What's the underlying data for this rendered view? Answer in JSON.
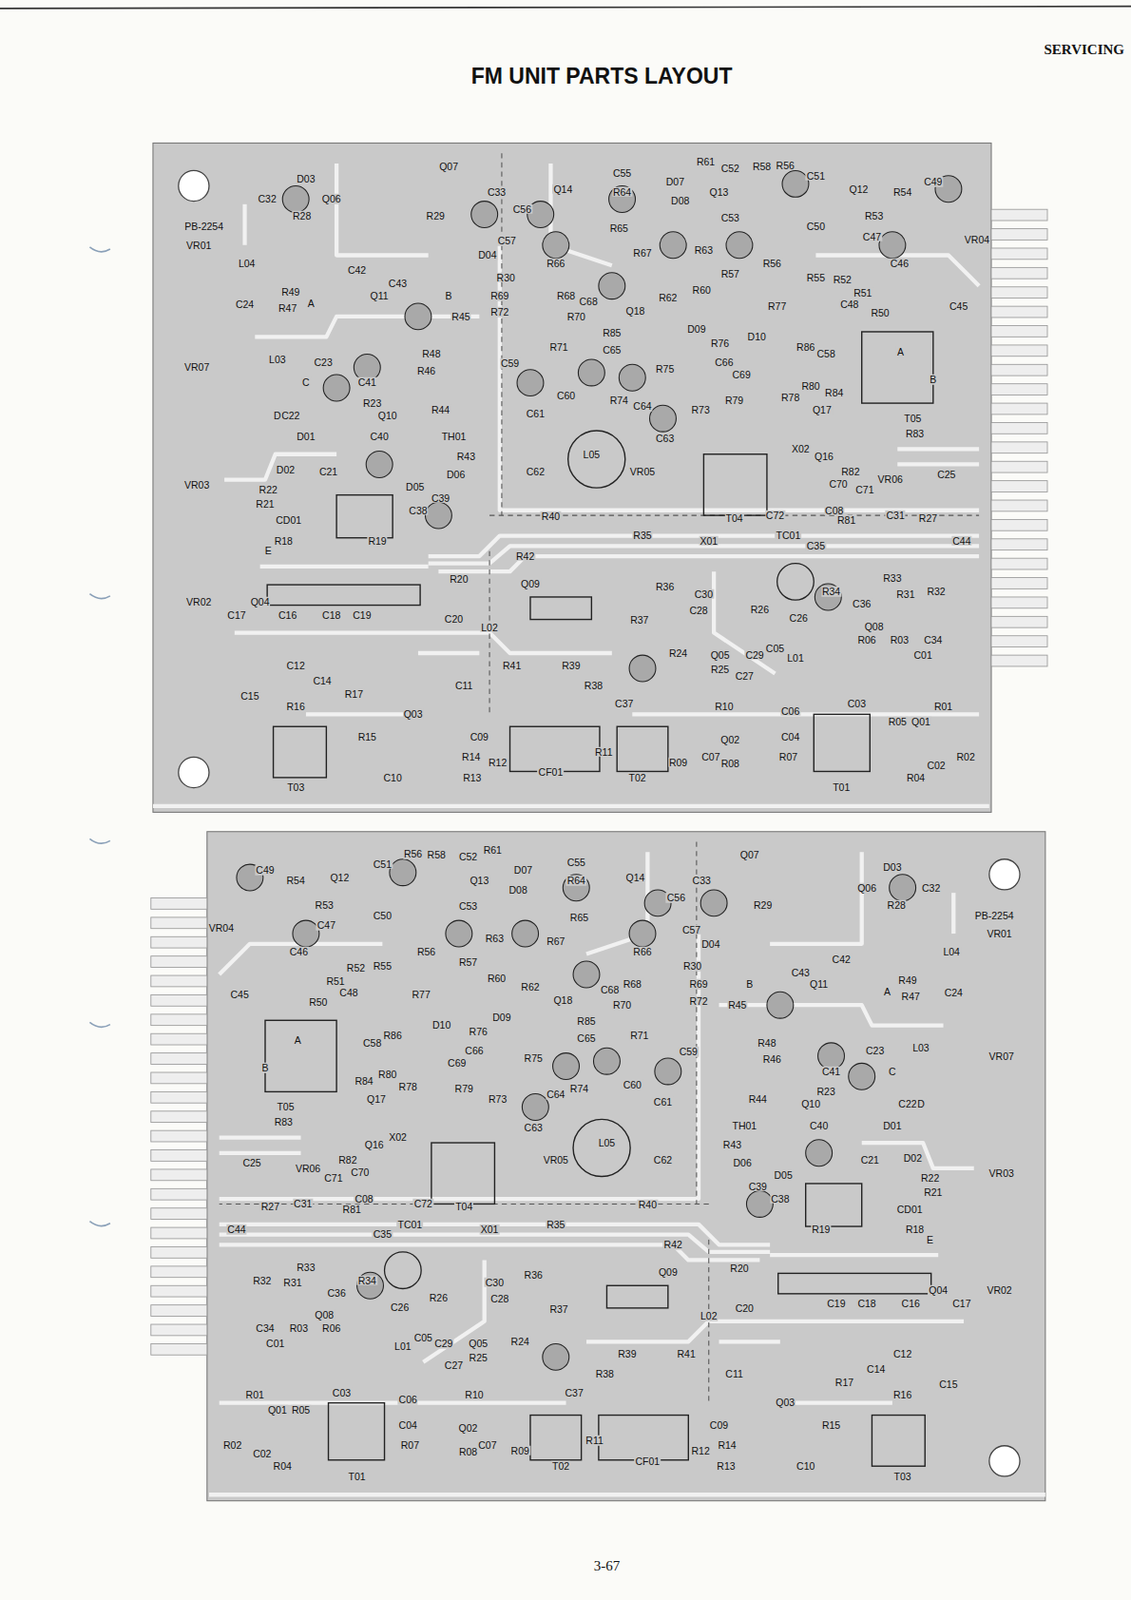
{
  "diagram": {
    "title": "FM UNIT PARTS LAYOUT",
    "labels": [
      "SERVICING",
      "3-67",
      "PB-2254",
      "C32",
      "D03",
      "R28",
      "Q06",
      "Q07",
      "R29",
      "C33",
      "C56",
      "Q14",
      "C55",
      "R64",
      "R61",
      "D07",
      "D08",
      "C52",
      "R58",
      "R56",
      "C51",
      "Q13",
      "C53",
      "R65",
      "R67",
      "R63",
      "R57",
      "R56",
      "C50",
      "Q12",
      "R53",
      "R54",
      "C49",
      "C47",
      "C46",
      "VR04",
      "D04",
      "C57",
      "R30",
      "R66",
      "R68",
      "C68",
      "Q18",
      "R62",
      "R60",
      "R77",
      "R55",
      "R52",
      "R51",
      "R50",
      "C48",
      "C45",
      "D09",
      "R76",
      "D10",
      "R86",
      "C58",
      "R69",
      "R72",
      "R70",
      "R71",
      "R85",
      "C65",
      "C59",
      "C60",
      "R74",
      "C64",
      "R75",
      "C66",
      "C69",
      "R73",
      "R79",
      "R78",
      "R80",
      "R84",
      "Q17",
      "T05",
      "R83",
      "C61",
      "L05",
      "C62",
      "VR05",
      "C63",
      "T04",
      "X02",
      "Q16",
      "R82",
      "C70",
      "C71",
      "VR06",
      "C25",
      "C08",
      "C72",
      "R81",
      "C31",
      "R27",
      "C44",
      "VR01",
      "L04",
      "C42",
      "C24",
      "R49",
      "R47",
      "Q11",
      "C43",
      "R45",
      "R48",
      "R46",
      "C23",
      "C41",
      "R23",
      "Q10",
      "R44",
      "VR07",
      "L03",
      "C22",
      "D01",
      "C40",
      "TH01",
      "R43",
      "C21",
      "D02",
      "VR03",
      "R22",
      "R21",
      "CD01",
      "D05",
      "C39",
      "D06",
      "C38",
      "R18",
      "R19",
      "R40",
      "R35",
      "R42",
      "X01",
      "TC01",
      "C35",
      "R34",
      "R33",
      "R31",
      "R32",
      "R20",
      "Q04",
      "VR02",
      "C17",
      "C16",
      "C18",
      "C19",
      "C20",
      "L02",
      "Q09",
      "R36",
      "R37",
      "C30",
      "C28",
      "R26",
      "C26",
      "C36",
      "Q08",
      "R06",
      "R03",
      "C34",
      "C01",
      "C05",
      "Q05",
      "R24",
      "R25",
      "C29",
      "L01",
      "C27",
      "C15",
      "C12",
      "C14",
      "R16",
      "R17",
      "Q03",
      "C11",
      "R41",
      "R39",
      "R38",
      "C37",
      "C09",
      "R15",
      "R14",
      "R13",
      "R12",
      "C10",
      "CF01",
      "R11",
      "T02",
      "R09",
      "R10",
      "C07",
      "Q02",
      "R08",
      "R07",
      "C04",
      "C06",
      "C03",
      "T01",
      "R05",
      "Q01",
      "R01",
      "R02",
      "C02",
      "R04",
      "T03",
      "A",
      "B",
      "C",
      "D",
      "E",
      "A",
      "B",
      "PB-2254",
      "C32",
      "D03",
      "R28",
      "Q06",
      "Q07",
      "R29",
      "C33",
      "C56",
      "Q14",
      "C55",
      "R64",
      "R61",
      "D07",
      "D08",
      "C52",
      "R58",
      "R56",
      "C51",
      "Q13",
      "C53",
      "R65",
      "R67",
      "R63",
      "R57",
      "R56",
      "C50",
      "Q12",
      "R53",
      "R54",
      "C49",
      "C47",
      "C46",
      "VR04",
      "D04",
      "C57",
      "R30",
      "R66",
      "R68",
      "C68",
      "Q18",
      "R62",
      "R60",
      "R77",
      "R55",
      "R52",
      "R51",
      "R50",
      "C48",
      "C45",
      "D09",
      "R76",
      "D10",
      "R86",
      "C58",
      "R69",
      "R72",
      "R70",
      "R71",
      "R85",
      "C65",
      "C59",
      "C60",
      "R74",
      "C64",
      "R75",
      "C66",
      "C69",
      "R73",
      "R79",
      "R78",
      "R80",
      "R84",
      "Q17",
      "T05",
      "R83",
      "C61",
      "L05",
      "C62",
      "VR05",
      "C63",
      "T04",
      "X02",
      "Q16",
      "R82",
      "C70",
      "C71",
      "VR06",
      "C25",
      "C08",
      "C72",
      "R81",
      "C31",
      "R27",
      "C44",
      "VR01",
      "L04",
      "C42",
      "C24",
      "R49",
      "R47",
      "Q11",
      "C43",
      "R45",
      "R48",
      "R46",
      "C23",
      "C41",
      "R23",
      "Q10",
      "R44",
      "VR07",
      "L03",
      "C22",
      "D01",
      "C40",
      "TH01",
      "R43",
      "C21",
      "D02",
      "VR03",
      "R22",
      "R21",
      "CD01",
      "D05",
      "C39",
      "D06",
      "C38",
      "R18",
      "R19",
      "R40",
      "R35",
      "R42",
      "X01",
      "TC01",
      "C35",
      "R34",
      "R33",
      "R31",
      "R32",
      "R20",
      "Q04",
      "VR02",
      "C17",
      "C16",
      "C18",
      "C19",
      "C20",
      "L02",
      "Q09",
      "R36",
      "R37",
      "C30",
      "C28",
      "R26",
      "C26",
      "C36",
      "Q08",
      "R06",
      "R03",
      "C34",
      "C01",
      "C05",
      "Q05",
      "R24",
      "R25",
      "C29",
      "L01",
      "C27",
      "C15",
      "C12",
      "C14",
      "R16",
      "R17",
      "Q03",
      "C11",
      "R41",
      "R39",
      "R38",
      "C37",
      "C09",
      "R15",
      "R14",
      "R13",
      "R12",
      "C10",
      "CF01",
      "R11",
      "T02",
      "R09",
      "R10",
      "C07",
      "Q02",
      "R08",
      "R07",
      "C04",
      "C06",
      "C03",
      "T01",
      "R05",
      "Q01",
      "R01",
      "R02",
      "C02",
      "R04",
      "T03",
      "A",
      "B",
      "C",
      "D",
      "E",
      "A",
      "B"
    ]
  }
}
